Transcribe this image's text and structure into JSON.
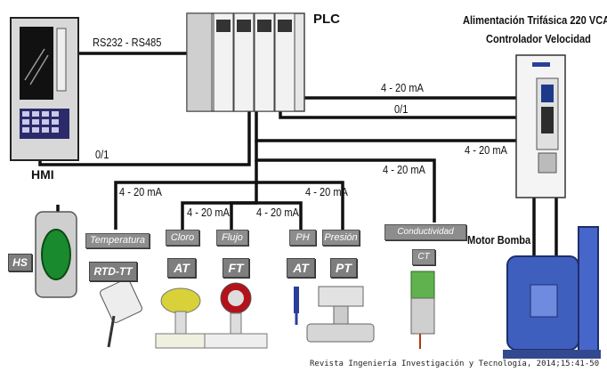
{
  "labels": {
    "plc": "PLC",
    "hmi": "HMI",
    "rs": "RS232 - RS485",
    "power": "Alimentación Trifásica 220 VCA",
    "controller": "Controlador Velocidad",
    "motor": "Motor Bomba",
    "sig_top_1": "4 - 20 mA",
    "sig_top_2": "0/1",
    "sig_top_3": "4 - 20 mA",
    "sig_hmi": "0/1",
    "sig_cond": "4 - 20 mA",
    "sig_temp": "4 - 20 mA",
    "sig_cloro": "4 - 20 mA",
    "sig_flujo": "4 - 20 mA",
    "sig_presion": "4 - 20 mA",
    "citation": "Revista Ingeniería Investigación y Tecnología, 2014;15:41-50"
  },
  "instruments": {
    "hs": "HS",
    "temperatura": "Temperatura",
    "rtd": "RTD-TT",
    "cloro": "Cloro",
    "at1": "AT",
    "flujo": "Flujo",
    "ft": "FT",
    "ph": "PH",
    "at2": "AT",
    "presion": "Presión",
    "pt": "PT",
    "conductividad": "Conductividad",
    "ct": "CT"
  },
  "icons": [
    "hmi-screen-icon",
    "plc-rack-icon",
    "speed-controller-icon",
    "hand-switch-icon",
    "rtd-sensor-icon",
    "chlorine-analyzer-icon",
    "flow-meter-icon",
    "ph-probe-icon",
    "pressure-transmitter-icon",
    "conductivity-sensor-icon",
    "motor-pump-icon"
  ],
  "colors": {
    "line": "#111111",
    "tag": "#8d8d8d",
    "panel": "#e8e8e8",
    "motor": "#3f5fbf",
    "switch": "#1a8a2e"
  }
}
